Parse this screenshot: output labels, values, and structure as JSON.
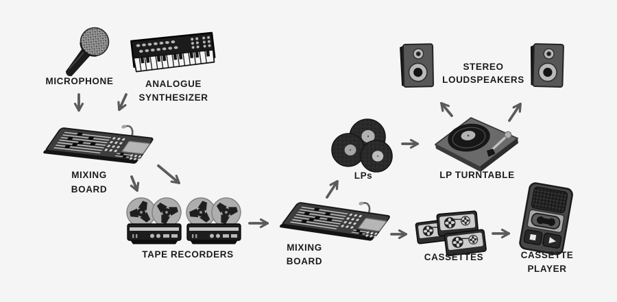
{
  "diagram": {
    "background_color": "#f5f5f6",
    "palette": {
      "ink": "#1b1b1b",
      "arrow": "#5a5a5a",
      "device_dark": "#262626",
      "device_mid": "#5f5f5f",
      "device_light": "#b5b5b5",
      "screen_gray": "#b6b6b6"
    },
    "nodes": {
      "microphone": {
        "label": "MICROPHONE"
      },
      "analogue_synthesizer": {
        "label_line1": "ANALOGUE",
        "label_line2": "SYNTHESIZER"
      },
      "mixing_board_1": {
        "label_line1": "MIXING",
        "label_line2": "BOARD"
      },
      "tape_recorders": {
        "label": "TAPE RECORDERS"
      },
      "mixing_board_2": {
        "label_line1": "MIXING",
        "label_line2": "BOARD"
      },
      "lps": {
        "label": "LPs"
      },
      "lp_turntable": {
        "label": "LP TURNTABLE"
      },
      "stereo_loudspeakers": {
        "label_line1": "STEREO",
        "label_line2": "LOUDSPEAKERS"
      },
      "cassettes": {
        "label": "CASSETTES"
      },
      "cassette_player": {
        "label_line1": "CASSETTE",
        "label_line2": "PLAYER"
      }
    },
    "connections": [
      {
        "from": "microphone",
        "to": "mixing_board_1"
      },
      {
        "from": "analogue_synthesizer",
        "to": "mixing_board_1"
      },
      {
        "from": "mixing_board_1",
        "to": "tape_recorder_1"
      },
      {
        "from": "mixing_board_1",
        "to": "tape_recorder_2"
      },
      {
        "from": "tape_recorders",
        "to": "mixing_board_2"
      },
      {
        "from": "mixing_board_2",
        "to": "lps"
      },
      {
        "from": "lps",
        "to": "lp_turntable"
      },
      {
        "from": "lp_turntable",
        "to": "stereo_loudspeaker_left"
      },
      {
        "from": "lp_turntable",
        "to": "stereo_loudspeaker_right"
      },
      {
        "from": "mixing_board_2",
        "to": "cassettes"
      },
      {
        "from": "cassettes",
        "to": "cassette_player"
      }
    ]
  }
}
